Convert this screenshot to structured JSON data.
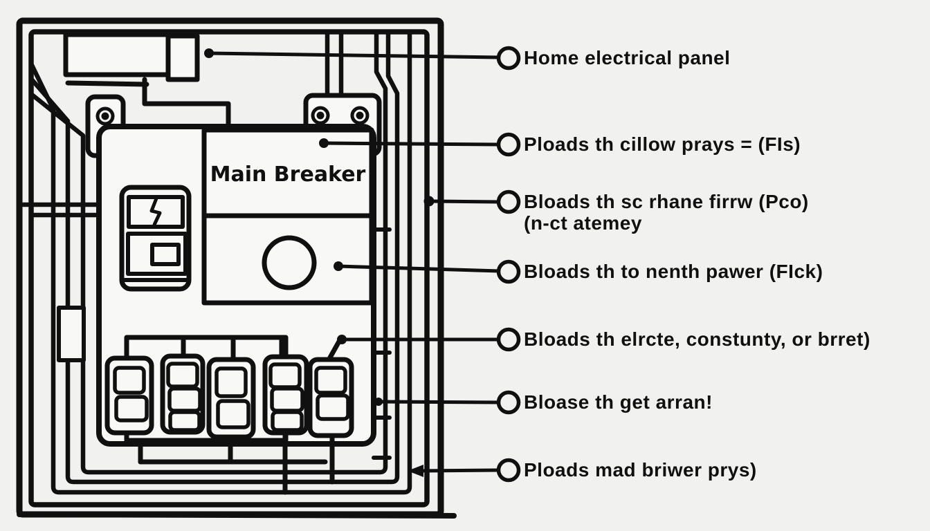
{
  "diagram": {
    "title_text": "Main Breaker",
    "labels": [
      {
        "text": "Home electrical panel"
      },
      {
        "text": "Ploads th cillow prays = (FIs)"
      },
      {
        "text": "Bloads th sc rhane firrw (Pco)",
        "text2": "(n-ct atemey"
      },
      {
        "text": "Bloads th to nenth pawer (FIck)"
      },
      {
        "text": "Bloads th elrcte, constunty, or brret)"
      },
      {
        "text": "Bloase th get arran!"
      },
      {
        "text": "Ploads mad briwer prys)"
      }
    ],
    "colors": {
      "background": "#f1f1ef",
      "ink": "#101010",
      "panel_fill": "#f8f8f6"
    }
  }
}
